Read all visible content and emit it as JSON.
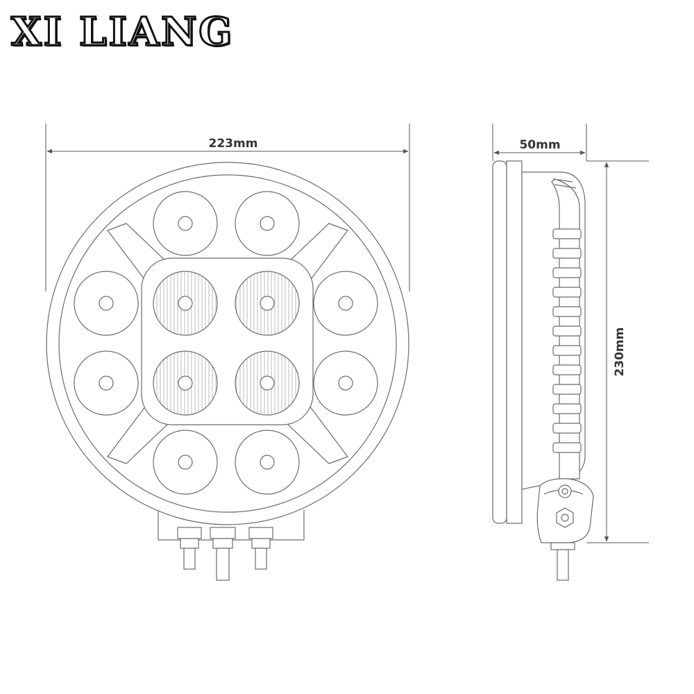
{
  "brand": {
    "name": "XI LIANG"
  },
  "dimensions": {
    "front_width": "223mm",
    "side_depth": "50mm",
    "side_height": "230mm"
  },
  "colors": {
    "line": "#6a6a6a",
    "text": "#333333",
    "background": "#ffffff"
  }
}
